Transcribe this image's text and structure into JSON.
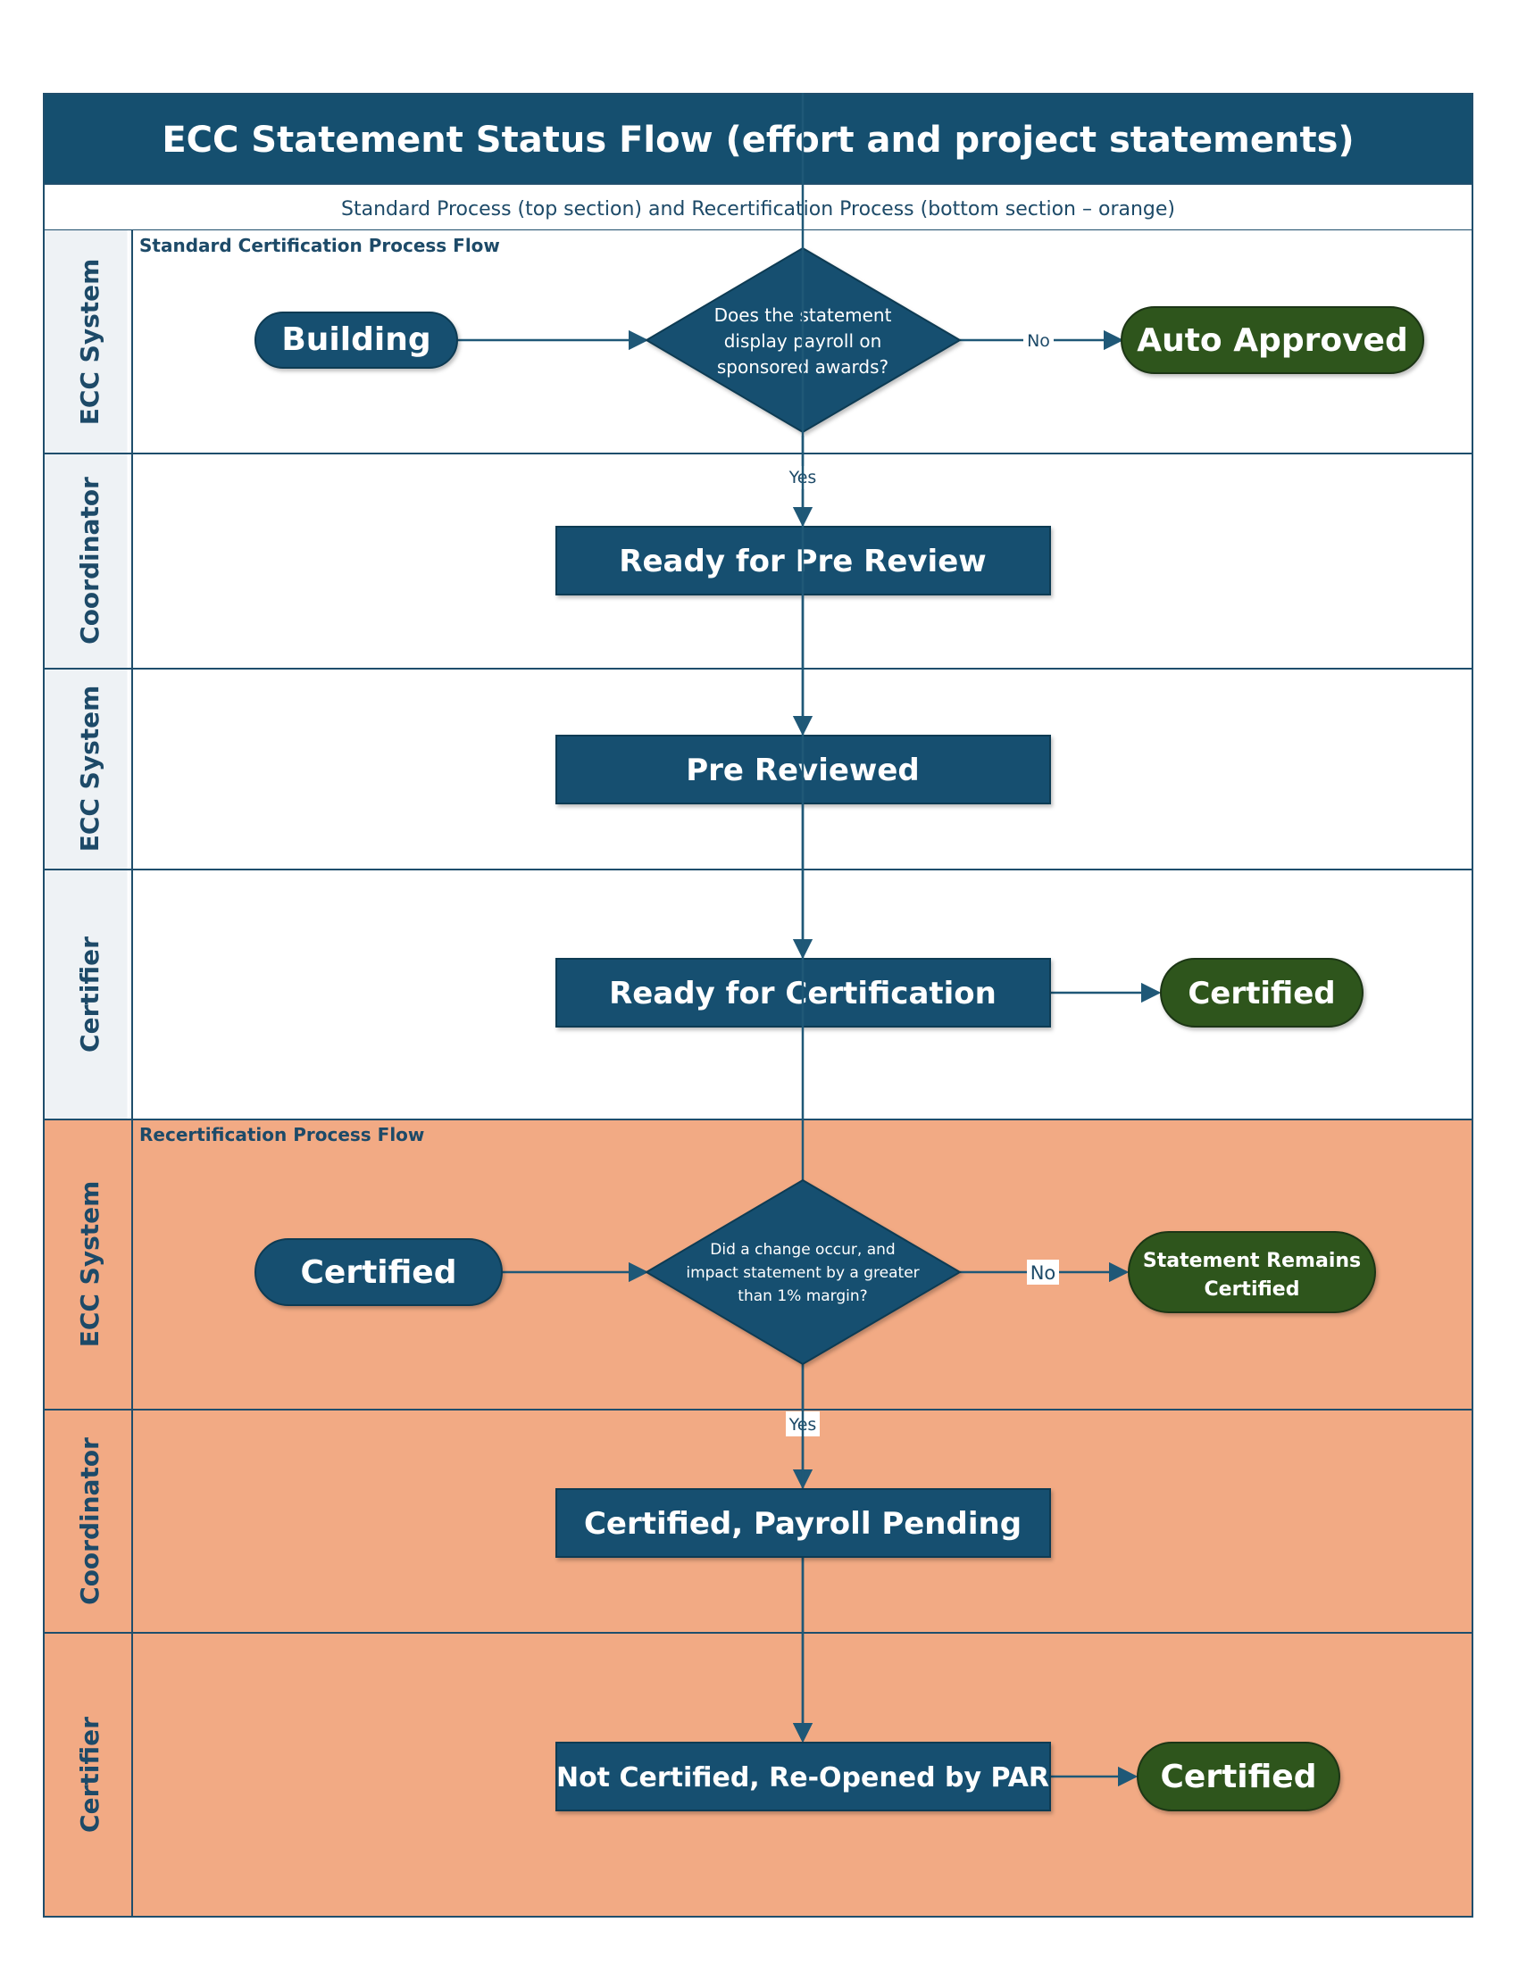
{
  "header": {
    "title": "ECC Statement Status Flow (effort and project statements)",
    "subtitle": "Standard Process (top section) and Recertification Process (bottom section – orange)"
  },
  "colors": {
    "header_bg": "#154f6f",
    "process_fill": "#155070",
    "terminal_green": "#2d541d",
    "recert_bg": "#f2aa84",
    "lane_label_bg": "#eef2f5",
    "border": "#1f4e6c"
  },
  "standard": {
    "section_label": "Standard Certification Process Flow",
    "lanes": [
      "ECC System",
      "Coordinator",
      "ECC System",
      "Certifier"
    ],
    "nodes": {
      "building": "Building",
      "decision": [
        "Does the statement",
        "display payroll on",
        "sponsored awards?"
      ],
      "auto_approved": "Auto Approved",
      "ready_pre_review": "Ready for Pre Review",
      "pre_reviewed": "Pre Reviewed",
      "ready_certification": "Ready for Certification",
      "certified": "Certified"
    },
    "edge_labels": {
      "no": "No",
      "yes": "Yes"
    }
  },
  "recert": {
    "section_label": "Recertification Process Flow",
    "lanes": [
      "ECC System",
      "Coordinator",
      "Certifier"
    ],
    "nodes": {
      "certified_start": "Certified",
      "decision": [
        "Did a change occur, and",
        "impact statement by a greater",
        "than 1% margin?"
      ],
      "remains": [
        "Statement Remains",
        "Certified"
      ],
      "payroll_pending": "Certified, Payroll Pending",
      "not_certified": "Not Certified, Re-Opened by PAR",
      "certified_end": "Certified"
    },
    "edge_labels": {
      "no": "No",
      "yes": "Yes"
    }
  }
}
